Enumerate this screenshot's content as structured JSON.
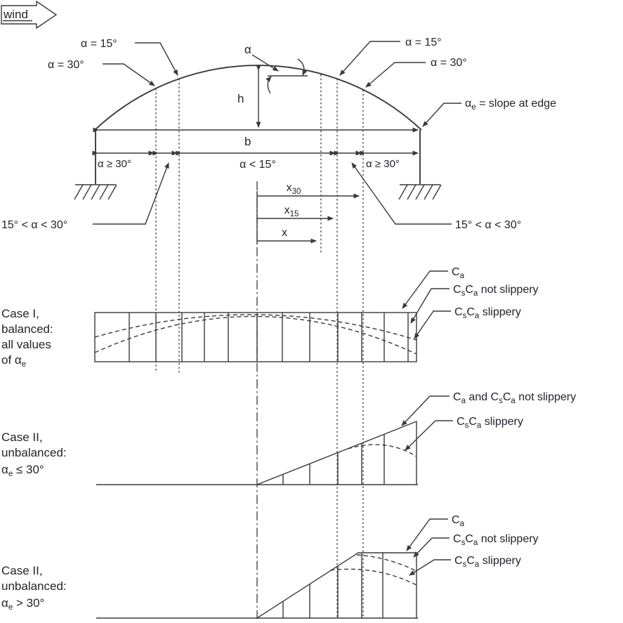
{
  "colors": {
    "ink": "#3a3a3e",
    "text": "#23232b",
    "background": "#ffffff"
  },
  "labels": {
    "wind": "wind",
    "alpha_eq_15": "α = 15°",
    "alpha_eq_30": "α = 30°",
    "alpha": "α",
    "h": "h",
    "b": "b",
    "alpha_ge_30": "α ≥ 30°",
    "alpha_lt_15": "α < 15°",
    "range_15_30": "15° < α < 30°",
    "x_plain": "x",
    "slope_at_edge_runs": [
      [
        "α",
        false
      ],
      [
        "e",
        true
      ],
      [
        " = slope at edge",
        false
      ]
    ],
    "x30_runs": [
      [
        "x",
        false
      ],
      [
        "30",
        true
      ]
    ],
    "x15_runs": [
      [
        "x",
        false
      ],
      [
        "15",
        true
      ]
    ],
    "case1_line1": "Case I,",
    "case1_line2": "balanced:",
    "case1_line3": "all values",
    "case1_line4_runs": [
      [
        "of ",
        false
      ],
      [
        "α",
        false
      ],
      [
        "e",
        true
      ]
    ],
    "case2_line1": "Case II,",
    "case2_line2": "unbalanced:",
    "case2a_cond_runs": [
      [
        "α",
        false
      ],
      [
        "e",
        true
      ],
      [
        " ≤ 30°",
        false
      ]
    ],
    "case2b_cond_runs": [
      [
        "α",
        false
      ],
      [
        "e",
        true
      ],
      [
        " > 30°",
        false
      ]
    ],
    "ca_runs": [
      [
        "C",
        false
      ],
      [
        "a",
        true
      ]
    ],
    "csca_not_slippery_runs": [
      [
        "C",
        false
      ],
      [
        "s",
        true
      ],
      [
        "C",
        false
      ],
      [
        "a",
        true
      ],
      [
        " not slippery",
        false
      ]
    ],
    "csca_slippery_runs": [
      [
        "C",
        false
      ],
      [
        "s",
        true
      ],
      [
        "C",
        false
      ],
      [
        "a",
        true
      ],
      [
        " slippery",
        false
      ]
    ],
    "ca_and_csca_runs": [
      [
        "C",
        false
      ],
      [
        "a",
        true
      ],
      [
        " and  C",
        false
      ],
      [
        "s",
        true
      ],
      [
        "C",
        false
      ],
      [
        "a",
        true
      ],
      [
        " not slippery",
        false
      ]
    ]
  }
}
